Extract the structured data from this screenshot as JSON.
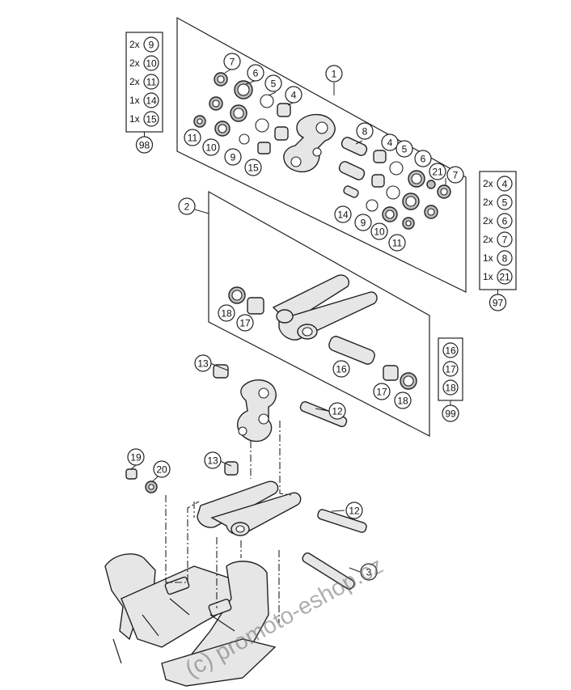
{
  "watermark": "(c) promoto-eshop.cz",
  "callouts": [
    {
      "id": "c1",
      "label": "1"
    },
    {
      "id": "c2",
      "label": "2"
    },
    {
      "id": "c3",
      "label": "3"
    },
    {
      "id": "c4a",
      "label": "4"
    },
    {
      "id": "c4b",
      "label": "4"
    },
    {
      "id": "c5a",
      "label": "5"
    },
    {
      "id": "c5b",
      "label": "5"
    },
    {
      "id": "c6a",
      "label": "6"
    },
    {
      "id": "c6b",
      "label": "6"
    },
    {
      "id": "c7a",
      "label": "7"
    },
    {
      "id": "c7b",
      "label": "7"
    },
    {
      "id": "c8",
      "label": "8"
    },
    {
      "id": "c9a",
      "label": "9"
    },
    {
      "id": "c9b",
      "label": "9"
    },
    {
      "id": "c10a",
      "label": "10"
    },
    {
      "id": "c10b",
      "label": "10"
    },
    {
      "id": "c11a",
      "label": "11"
    },
    {
      "id": "c11b",
      "label": "11"
    },
    {
      "id": "c12a",
      "label": "12"
    },
    {
      "id": "c12b",
      "label": "12"
    },
    {
      "id": "c13a",
      "label": "13"
    },
    {
      "id": "c13b",
      "label": "13"
    },
    {
      "id": "c14",
      "label": "14"
    },
    {
      "id": "c15",
      "label": "15"
    },
    {
      "id": "c16",
      "label": "16"
    },
    {
      "id": "c17a",
      "label": "17"
    },
    {
      "id": "c17b",
      "label": "17"
    },
    {
      "id": "c18a",
      "label": "18"
    },
    {
      "id": "c18b",
      "label": "18"
    },
    {
      "id": "c19",
      "label": "19"
    },
    {
      "id": "c20",
      "label": "20"
    },
    {
      "id": "c21",
      "label": "21"
    }
  ],
  "kits": [
    {
      "id": "k98",
      "kit": "98",
      "rows": [
        {
          "qty": "2x",
          "part": "9"
        },
        {
          "qty": "2x",
          "part": "10"
        },
        {
          "qty": "2x",
          "part": "11"
        },
        {
          "qty": "1x",
          "part": "14"
        },
        {
          "qty": "1x",
          "part": "15"
        }
      ]
    },
    {
      "id": "k97",
      "kit": "97",
      "rows": [
        {
          "qty": "2x",
          "part": "4"
        },
        {
          "qty": "2x",
          "part": "5"
        },
        {
          "qty": "2x",
          "part": "6"
        },
        {
          "qty": "2x",
          "part": "7"
        },
        {
          "qty": "1x",
          "part": "8"
        },
        {
          "qty": "1x",
          "part": "21"
        }
      ]
    },
    {
      "id": "k99",
      "kit": "99",
      "rows": [
        {
          "qty": "",
          "part": "16"
        },
        {
          "qty": "",
          "part": "17"
        },
        {
          "qty": "",
          "part": "18"
        }
      ]
    }
  ]
}
